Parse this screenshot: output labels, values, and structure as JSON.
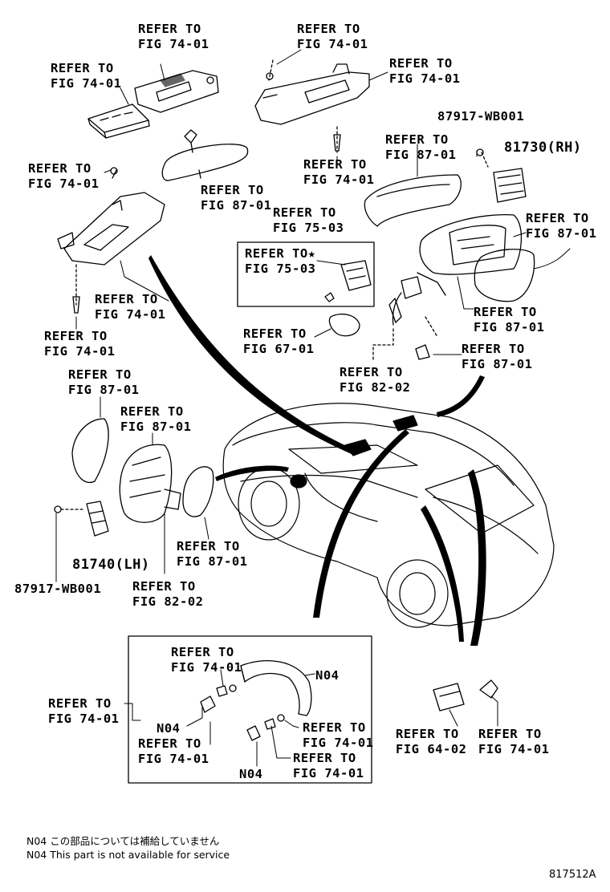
{
  "callouts": {
    "a": {
      "l1": "REFER TO",
      "l2": "FIG 74-01"
    },
    "b": {
      "l1": "REFER TO",
      "l2": "FIG 74-01"
    },
    "c": {
      "l1": "REFER TO",
      "l2": "FIG 74-01"
    },
    "d": {
      "l1": "REFER TO",
      "l2": "FIG 74-01"
    },
    "e": {
      "l1": "REFER TO",
      "l2": "FIG 74-01"
    },
    "f": {
      "l1": "REFER TO",
      "l2": "FIG 87-01"
    },
    "g": {
      "l1": "REFER TO",
      "l2": "FIG 87-01"
    },
    "h": {
      "l1": "REFER TO",
      "l2": "FIG 75-03"
    },
    "i": {
      "l1": "REFER TO★",
      "l2": "FIG 75-03"
    },
    "j": {
      "l1": "REFER TO",
      "l2": "FIG 74-01"
    },
    "k": {
      "l1": "REFER TO",
      "l2": "FIG 74-01"
    },
    "l": {
      "l1": "REFER TO",
      "l2": "FIG 74-01"
    },
    "m": {
      "l1": "REFER TO",
      "l2": "FIG 87-01"
    },
    "n": {
      "l1": "REFER TO",
      "l2": "FIG 67-01"
    },
    "o": {
      "l1": "REFER TO",
      "l2": "FIG 87-01"
    },
    "p": {
      "l1": "REFER TO",
      "l2": "FIG 87-01"
    },
    "q": {
      "l1": "REFER TO",
      "l2": "FIG 82-02"
    },
    "r": {
      "l1": "REFER TO",
      "l2": "FIG 87-01"
    },
    "s": {
      "l1": "REFER TO",
      "l2": "FIG 87-01"
    },
    "t": {
      "l1": "REFER TO",
      "l2": "FIG 87-01"
    },
    "u": {
      "l1": "REFER TO",
      "l2": "FIG 82-02"
    },
    "v": {
      "l1": "REFER TO",
      "l2": "FIG 74-01"
    },
    "w": {
      "l1": "REFER TO",
      "l2": "FIG 74-01"
    },
    "x": {
      "l1": "REFER TO",
      "l2": "FIG 74-01"
    },
    "y": {
      "l1": "REFER TO",
      "l2": "FIG 74-01"
    },
    "z": {
      "l1": "REFER TO",
      "l2": "FIG 74-01"
    },
    "aa": {
      "l1": "REFER TO",
      "l2": "FIG 64-02"
    },
    "ab": {
      "l1": "REFER TO",
      "l2": "FIG 74-01"
    }
  },
  "parts": {
    "p1": "87917-WB001",
    "p2": "81730(RH)",
    "p3": "81740(LH)",
    "p4": "87917-WB001",
    "n04a": "N04",
    "n04b": "N04",
    "n04c": "N04"
  },
  "footnote": {
    "jp": "N04 この部品については補給していません",
    "en": "N04 This part is not available for service"
  },
  "diagram_code": "817512A"
}
